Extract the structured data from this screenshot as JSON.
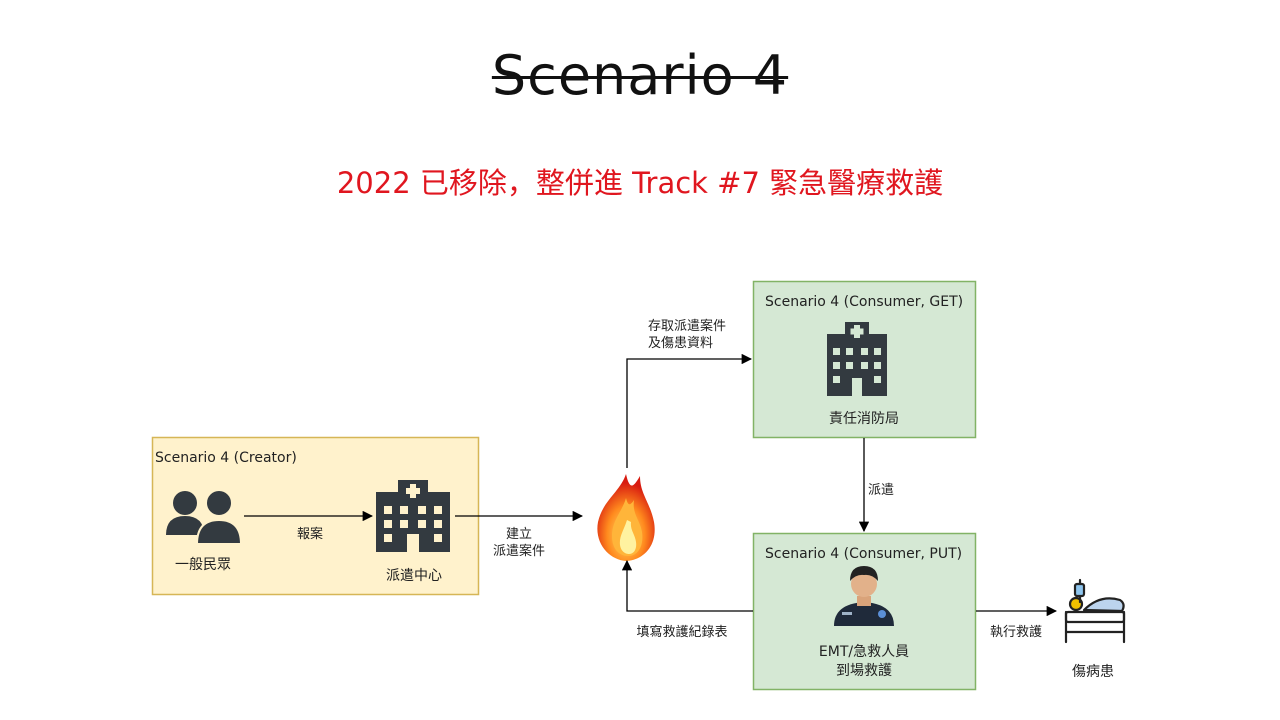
{
  "slide": {
    "title": "Scenario 4",
    "subtitle": "2022 已移除，整併進 Track #7 緊急醫療救護"
  },
  "boxes": {
    "creator": {
      "title": "Scenario 4 (Creator)",
      "public_label": "一般民眾",
      "dispatch_label": "派遣中心",
      "fill": "#fff2cc",
      "stroke": "#d6b656"
    },
    "consumer_get": {
      "title": "Scenario 4 (Consumer, GET)",
      "station_label": "責任消防局",
      "fill": "#d5e8d4",
      "stroke": "#82b366"
    },
    "consumer_put": {
      "title": "Scenario 4 (Consumer, PUT)",
      "emt_line1": "EMT/急救人員",
      "emt_line2": "到場救護",
      "fill": "#d5e8d4",
      "stroke": "#82b366"
    }
  },
  "edges": {
    "report": "報案",
    "create_line1": "建立",
    "create_line2": "派遣案件",
    "access_line1": "存取派遣案件",
    "access_line2": "及傷患資料",
    "dispatch": "派遣",
    "fill_form": "填寫救護紀錄表",
    "execute": "執行救護"
  },
  "patient_label": "傷病患",
  "icons": [
    "people-icon",
    "hospital-building-icon",
    "fire-icon",
    "emt-person-icon",
    "patient-bed-icon"
  ]
}
